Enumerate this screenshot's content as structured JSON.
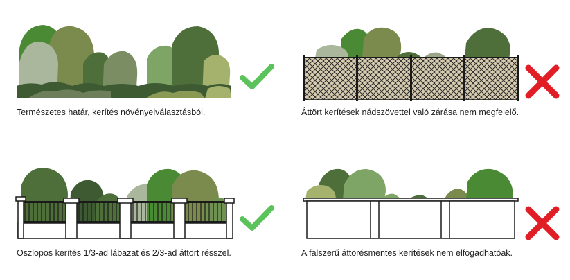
{
  "colors": {
    "tree_dark": "#3e5a33",
    "tree_mid": "#4e6f3a",
    "tree_bright": "#4b8a34",
    "tree_olive": "#7b8a4d",
    "tree_sage": "#aab79c",
    "tree_light": "#7ea466",
    "tree_pale": "#a4b26d",
    "check": "#5cc35c",
    "cross": "#e11d25",
    "fence_line": "#1a1a1a",
    "mesh_fill": "#d8ccb0"
  },
  "panels": [
    {
      "caption": "Természetes határ, kerítés növényelválasztásból.",
      "verdict": "check",
      "verdict_icon": "checkmark-icon",
      "illustration": "hedge"
    },
    {
      "caption": "Áttört kerítések nádszövettel való zárása nem megfelelő.",
      "verdict": "cross",
      "verdict_icon": "cross-icon",
      "illustration": "mesh-fence"
    },
    {
      "caption": "Oszlopos kerítés 1/3-ad lábazat és 2/3-ad áttört résszel.",
      "verdict": "check",
      "verdict_icon": "checkmark-icon",
      "illustration": "railing-fence"
    },
    {
      "caption": "A falszerű áttörésmentes kerítések nem elfogadhatóak.",
      "verdict": "cross",
      "verdict_icon": "cross-icon",
      "illustration": "solid-wall"
    }
  ]
}
